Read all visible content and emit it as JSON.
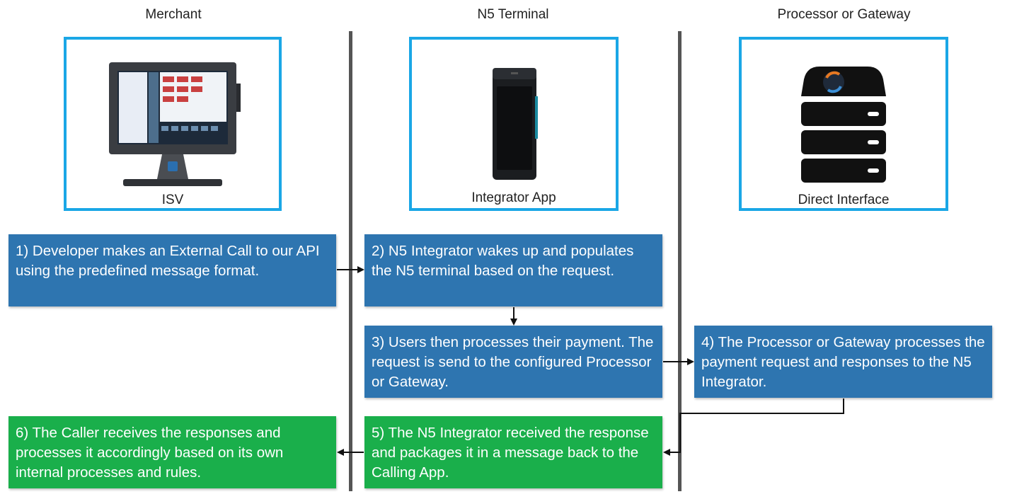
{
  "columns": {
    "merchant": "Merchant",
    "terminal": "N5 Terminal",
    "processor": "Processor or Gateway"
  },
  "frames": {
    "merchant_caption": "ISV",
    "terminal_caption": "Integrator App",
    "processor_caption": "Direct Interface"
  },
  "steps": {
    "step1": "1)    Developer makes an External Call to our API using the predefined message format.",
    "step2": "2) N5 Integrator wakes up and populates the N5 terminal based on the request.",
    "step3": "3) Users then processes their payment. The request is send to the configured Processor or Gateway.",
    "step4": "4) The Processor or Gateway processes the payment request and responses to the N5 Integrator.",
    "step5": "5) The N5 Integrator received the response and packages it in a message back to the Calling App.",
    "step6": "6) The Caller receives the responses and processes it accordingly based on its own internal processes and rules."
  },
  "colors": {
    "frame_border": "#1aa7e6",
    "request_box": "#2e75b0",
    "response_box": "#1aaf4b",
    "divider": "#555555"
  },
  "icons": {
    "merchant": "pos-terminal-icon",
    "terminal": "payment-terminal-icon",
    "processor": "server-stack-icon"
  }
}
